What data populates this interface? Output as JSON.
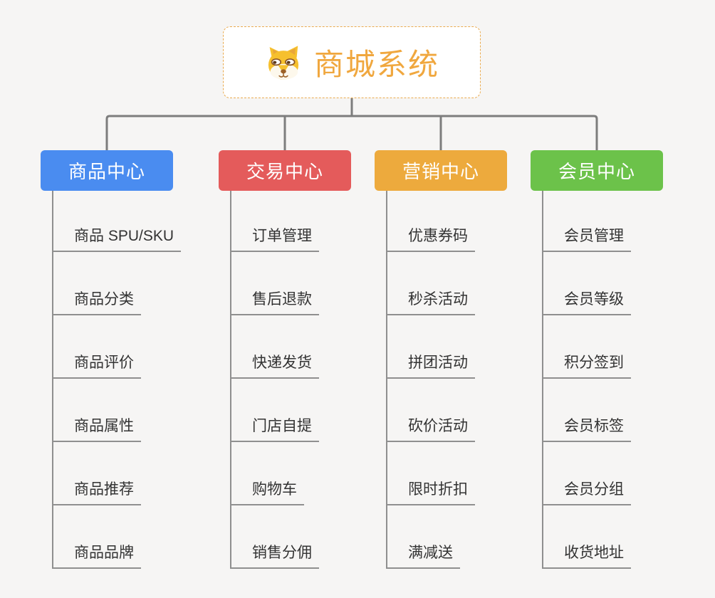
{
  "canvas": {
    "background": "#f6f5f4",
    "connector_color": "#7d7d7d",
    "branch_line_color": "#8f8f8f"
  },
  "root": {
    "title": "商城系统",
    "icon": "dog-face-icon",
    "text_color": "#f0a73e",
    "border_color": "#e9aa4e",
    "background": "#ffffff"
  },
  "item_text_color": "#333333",
  "branches": [
    {
      "label": "商品中心",
      "color": "#4a8cf0",
      "items": [
        "商品 SPU/SKU",
        "商品分类",
        "商品评价",
        "商品属性",
        "商品推荐",
        "商品品牌"
      ]
    },
    {
      "label": "交易中心",
      "color": "#e45b5b",
      "items": [
        "订单管理",
        "售后退款",
        "快递发货",
        "门店自提",
        "购物车",
        "销售分佣"
      ]
    },
    {
      "label": "营销中心",
      "color": "#edaa3d",
      "items": [
        "优惠券码",
        "秒杀活动",
        "拼团活动",
        "砍价活动",
        "限时折扣",
        "满减送"
      ]
    },
    {
      "label": "会员中心",
      "color": "#6cc24a",
      "items": [
        "会员管理",
        "会员等级",
        "积分签到",
        "会员标签",
        "会员分组",
        "收货地址"
      ]
    }
  ]
}
